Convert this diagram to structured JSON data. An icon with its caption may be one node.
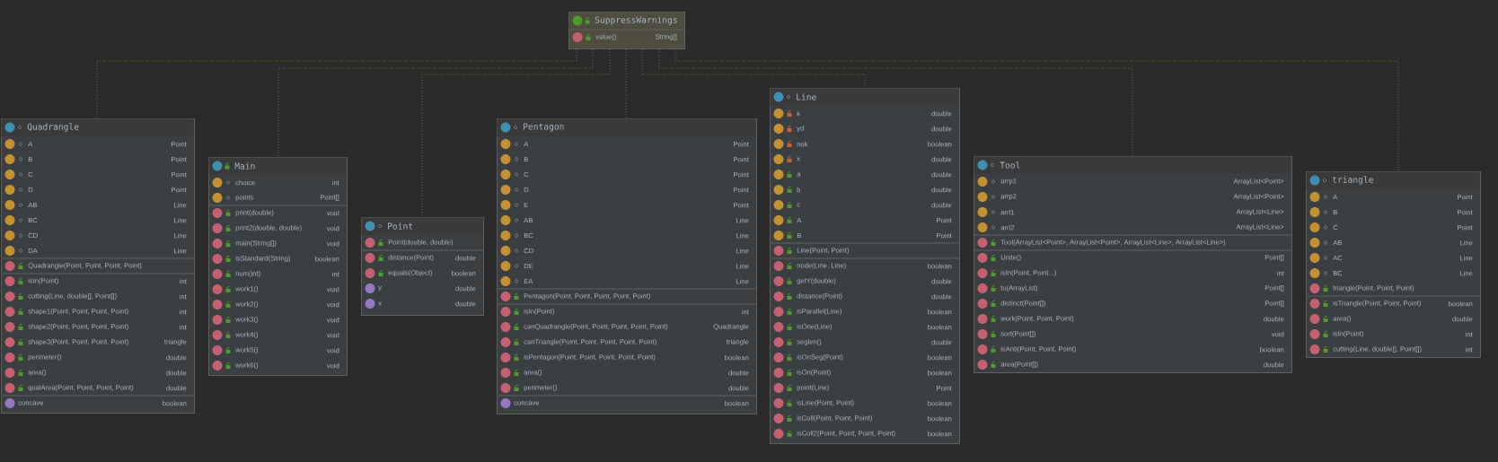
{
  "diagram": {
    "nodes": [
      {
        "text": [
          "SuppressWarnings",
          "value()",
          "String[]"
        ]
      },
      {
        "text": [
          "Quadrangle",
          "A",
          "Point",
          "B",
          "Point",
          "C",
          "Point",
          "D",
          "Point",
          "AB",
          "Line",
          "BC",
          "Line",
          "CD",
          "Line",
          "DA",
          "Line",
          "Quadrangle(Point, Point, Point, Point)",
          "isIn(Point)",
          "int",
          "cutting(Line, double[], Point[])",
          "int",
          "shape1(Point, Point, Point, Point)",
          "int",
          "shape2(Point, Point, Point, Point)",
          "int",
          "shape3(Point, Point, Point, Point)",
          "triangle",
          "perimeter()",
          "double",
          "area()",
          "double",
          "qualArea(Point, Point, Point, Point)",
          "double",
          "concave",
          "boolean"
        ]
      },
      {
        "text": [
          "Main",
          "choice",
          "int",
          "points",
          "Point[]",
          "print(double)",
          "void",
          "print2(double, double)",
          "void",
          "main(String[])",
          "void",
          "isStandard(String)",
          "boolean",
          "num(int)",
          "int",
          "work1()",
          "void",
          "work2()",
          "void",
          "work3()",
          "void",
          "work4()",
          "void",
          "work5()",
          "void",
          "work6()",
          "void"
        ]
      },
      {
        "text": [
          "Point",
          "Point(double, double)",
          "distance(Point)",
          "double",
          "equals(Object)",
          "boolean",
          "y",
          "double",
          "x",
          "double"
        ]
      },
      {
        "text": [
          "Pentagon",
          "A",
          "Point",
          "B",
          "Point",
          "C",
          "Point",
          "D",
          "Point",
          "E",
          "Point",
          "AB",
          "Line",
          "BC",
          "Line",
          "CD",
          "Line",
          "DE",
          "Line",
          "EA",
          "Line",
          "Pentagon(Point, Point, Point, Point, Point)",
          "isIn(Point)",
          "int",
          "canQuadrangle(Point, Point, Point, Point, Point)",
          "Quadrangle",
          "canTriangle(Point, Point, Point, Point, Point)",
          "triangle",
          "isPentagon(Point, Point, Point, Point, Point)",
          "boolean",
          "area()",
          "double",
          "perimeter()",
          "double",
          "concave",
          "boolean"
        ]
      },
      {
        "text": [
          "Line",
          "k",
          "double",
          "yd",
          "double",
          "nok",
          "boolean",
          "x",
          "double",
          "a",
          "double",
          "b",
          "double",
          "c",
          "double",
          "A",
          "Point",
          "B",
          "Point",
          "Line(Point, Point)",
          "node(Line, Line)",
          "boolean",
          "getY(double)",
          "double",
          "distance(Point)",
          "double",
          "isParallel(Line)",
          "boolean",
          "isOne(Line)",
          "boolean",
          "seglen()",
          "double",
          "isOnSeg(Point)",
          "boolean",
          "isOn(Point)",
          "boolean",
          "point(Line)",
          "Point",
          "isLine(Point, Point)",
          "boolean",
          "isColl(Point, Point, Point)",
          "boolean",
          "isColl2(Point, Point, Point, Point)",
          "boolean"
        ]
      },
      {
        "text": [
          "Tool",
          "arrp1",
          "ArrayList<Point>",
          "arrp2",
          "ArrayList<Point>",
          "arrl1",
          "ArrayList<Line>",
          "arrl2",
          "ArrayList<Line>",
          "Tool(ArrayList<Point>, ArrayList<Point>, ArrayList<Line>, ArrayList<Line>)",
          "Unite()",
          "Point[]",
          "isIn(Point, Point...)",
          "int",
          "to(ArrayList)",
          "Point[]",
          "distinct(Point[])",
          "Point[]",
          "work(Point, Point, Point)",
          "double",
          "sort(Point[])",
          "void",
          "isAnti(Point, Point, Point)",
          "boolean",
          "area(Point[])",
          "double"
        ]
      },
      {
        "text": [
          "triangle",
          "A",
          "Point",
          "B",
          "Point",
          "C",
          "Point",
          "AB",
          "Line",
          "AC",
          "Line",
          "BC",
          "Line",
          "triangle(Point, Point, Point)",
          "isTriangle(Point, Point, Point)",
          "boolean",
          "area()",
          "double",
          "isIn(Point)",
          "int",
          "cutting(Line, double[], Point[])",
          "int"
        ]
      }
    ],
    "edges": [
      {
        "from": 0,
        "to": 1,
        "arrow": "none",
        "style": "dashed"
      },
      {
        "from": 0,
        "to": 2,
        "arrow": "none",
        "style": "dashed"
      },
      {
        "from": 0,
        "to": 3,
        "arrow": "none",
        "style": "dashed"
      },
      {
        "from": 0,
        "to": 4,
        "arrow": "none",
        "style": "dashed"
      },
      {
        "from": 0,
        "to": 5,
        "arrow": "none",
        "style": "dashed"
      },
      {
        "from": 0,
        "to": 6,
        "arrow": "none",
        "style": "dashed"
      },
      {
        "from": 0,
        "to": 7,
        "arrow": "none",
        "style": "dashed"
      }
    ]
  }
}
